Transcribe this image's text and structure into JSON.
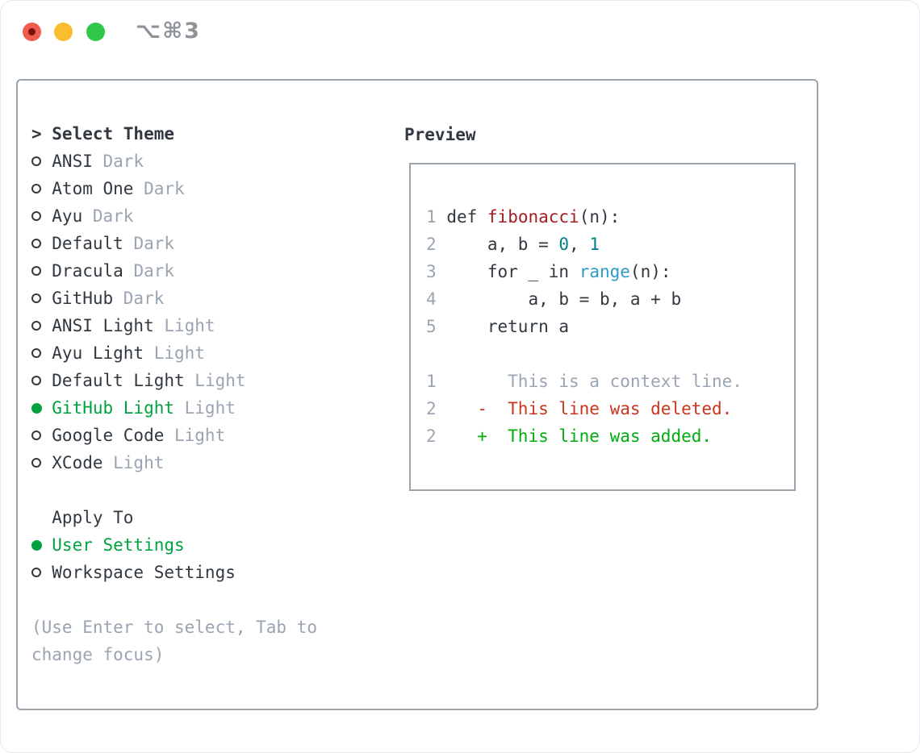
{
  "titlebar": {
    "shortcut_label": "⌥⌘3"
  },
  "colors": {
    "text_dark": "#31383f",
    "text_muted": "#9aa5b1",
    "accent_green": "#00a23e",
    "added_green": "#00ad0c",
    "deleted_red": "#cb341f",
    "function_red": "#a31d20",
    "number_teal": "#008089",
    "builtin_blue": "#2b9bc8",
    "border_gray": "#99a3ae",
    "traffic_red": "#f05c50",
    "traffic_red_dot": "#7a1309",
    "traffic_yellow": "#f9bd2f",
    "traffic_green": "#31c748",
    "shortcut_gray": "#8e939a"
  },
  "theme_section": {
    "cursor": ">",
    "title": "Select Theme",
    "items": [
      {
        "name": "ANSI",
        "variant": "Dark",
        "selected": false
      },
      {
        "name": "Atom One",
        "variant": "Dark",
        "selected": false
      },
      {
        "name": "Ayu",
        "variant": "Dark",
        "selected": false
      },
      {
        "name": "Default",
        "variant": "Dark",
        "selected": false
      },
      {
        "name": "Dracula",
        "variant": "Dark",
        "selected": false
      },
      {
        "name": "GitHub",
        "variant": "Dark",
        "selected": false
      },
      {
        "name": "ANSI Light",
        "variant": "Light",
        "selected": false
      },
      {
        "name": "Ayu Light",
        "variant": "Light",
        "selected": false
      },
      {
        "name": "Default Light",
        "variant": "Light",
        "selected": false
      },
      {
        "name": "GitHub Light",
        "variant": "Light",
        "selected": true
      },
      {
        "name": "Google Code",
        "variant": "Light",
        "selected": false
      },
      {
        "name": "XCode",
        "variant": "Light",
        "selected": false
      }
    ]
  },
  "apply_section": {
    "title": "Apply To",
    "options": [
      {
        "name": "User Settings",
        "selected": true
      },
      {
        "name": "Workspace Settings",
        "selected": false
      }
    ]
  },
  "help_lines": [
    "(Use Enter to select, Tab to",
    "change focus)"
  ],
  "preview": {
    "title": "Preview",
    "code_lines": [
      {
        "segments": [
          {
            "t": "1",
            "c": "ln"
          },
          {
            "t": " ",
            "c": "txt"
          },
          {
            "t": "def",
            "c": "kw"
          },
          {
            "t": " ",
            "c": "txt"
          },
          {
            "t": "fibonacci",
            "c": "fn"
          },
          {
            "t": "(n):",
            "c": "txt"
          }
        ]
      },
      {
        "segments": [
          {
            "t": "2",
            "c": "ln"
          },
          {
            "t": "     a, b = ",
            "c": "txt"
          },
          {
            "t": "0",
            "c": "num"
          },
          {
            "t": ", ",
            "c": "txt"
          },
          {
            "t": "1",
            "c": "num"
          }
        ]
      },
      {
        "segments": [
          {
            "t": "3",
            "c": "ln"
          },
          {
            "t": "     ",
            "c": "txt"
          },
          {
            "t": "for",
            "c": "kw"
          },
          {
            "t": " _ ",
            "c": "txt"
          },
          {
            "t": "in",
            "c": "kw"
          },
          {
            "t": " ",
            "c": "txt"
          },
          {
            "t": "range",
            "c": "blt"
          },
          {
            "t": "(n):",
            "c": "txt"
          }
        ]
      },
      {
        "segments": [
          {
            "t": "4",
            "c": "ln"
          },
          {
            "t": "         a, b = b, a + b",
            "c": "txt"
          }
        ]
      },
      {
        "segments": [
          {
            "t": "5",
            "c": "ln"
          },
          {
            "t": "     ",
            "c": "txt"
          },
          {
            "t": "return",
            "c": "kw"
          },
          {
            "t": " a",
            "c": "txt"
          }
        ]
      },
      {
        "segments": []
      },
      {
        "segments": [
          {
            "t": "1",
            "c": "ln"
          },
          {
            "t": "       This is a context line.",
            "c": "ctx"
          }
        ]
      },
      {
        "segments": [
          {
            "t": "2",
            "c": "ln"
          },
          {
            "t": "    ",
            "c": "txt"
          },
          {
            "t": "-  This line was deleted.",
            "c": "del"
          }
        ]
      },
      {
        "segments": [
          {
            "t": "2",
            "c": "ln"
          },
          {
            "t": "    ",
            "c": "txt"
          },
          {
            "t": "+  This line was added.",
            "c": "add"
          }
        ]
      }
    ]
  }
}
